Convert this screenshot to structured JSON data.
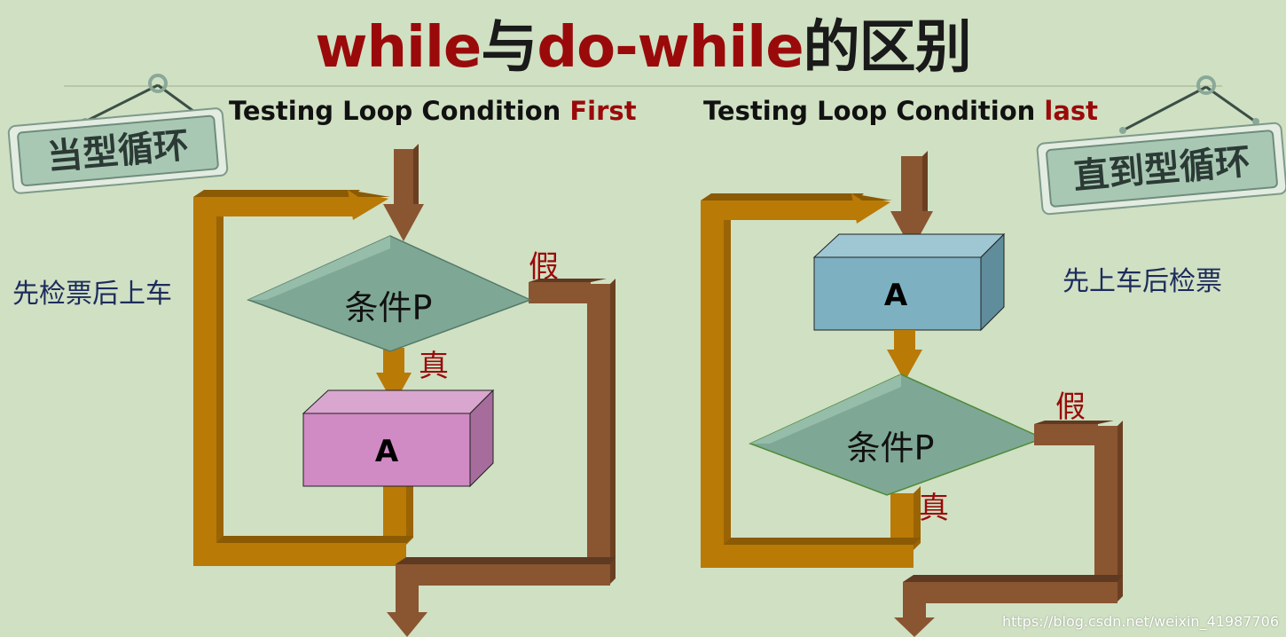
{
  "title": {
    "part1": "while",
    "part2": "与",
    "part3": "do-while",
    "part4": "的区别"
  },
  "left": {
    "caption_prefix": "Testing Loop Condition ",
    "caption_accent": "First",
    "sign": "当型循环",
    "note": "先检票后上车",
    "condition": "条件P",
    "body": "A",
    "true_label": "真",
    "false_label": "假"
  },
  "right": {
    "caption_prefix": "Testing Loop Condition ",
    "caption_accent": "last",
    "sign": "直到型循环",
    "note": "先上车后检票",
    "condition": "条件P",
    "body": "A",
    "true_label": "真",
    "false_label": "假"
  },
  "watermark": "https://blog.csdn.net/weixin_41987706",
  "colors": {
    "background": "#d0e0c3",
    "title_accent": "#9a0a0a",
    "loop_arrow": "#b97a06",
    "exit_arrow": "#8a5531",
    "diamond": "#7ea895",
    "box_left": "#d08ac4",
    "box_right": "#7db1c1",
    "sign_fill": "#a9c8b4"
  }
}
